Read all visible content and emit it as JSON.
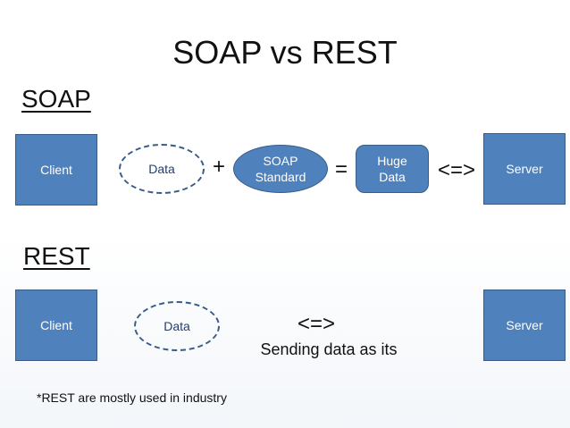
{
  "title": "SOAP vs REST",
  "soap": {
    "heading": "SOAP",
    "client": "Client",
    "data": "Data",
    "plus": "+",
    "standard": {
      "line1": "SOAP",
      "line2": "Standard"
    },
    "equals": "=",
    "result": {
      "line1": "Huge",
      "line2": "Data"
    },
    "exchange": "<=>",
    "server": "Server"
  },
  "rest": {
    "heading": "REST",
    "client": "Client",
    "data": "Data",
    "exchange": "<=>",
    "caption": "Sending data as its",
    "server": "Server"
  },
  "footnote": "*REST are mostly used in industry",
  "colors": {
    "box_fill": "#4f81bd",
    "box_border": "#385d8a"
  }
}
